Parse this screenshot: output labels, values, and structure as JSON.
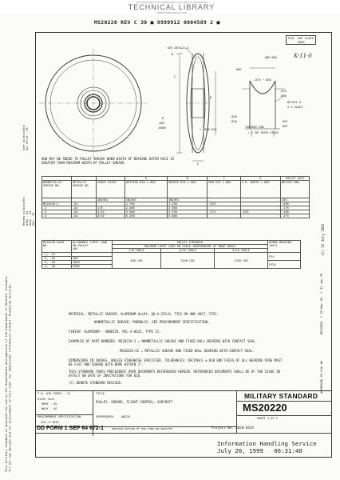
{
  "header": {
    "logo_top": "THE RESOURCE FOR STANDARDS, THE ABBOTT AEROSPACE",
    "logo_main": "TECHNICAL LIBRARY",
    "logo_url": "ABBOTTAEROSPACE.COM",
    "doc_id_line": "MS20220 REV C 30 ■ 9999912 0004589 2 ■"
  },
  "drawing": {
    "see_detail_a": "SEE DETAIL A",
    "dim_b": "B",
    "dim_c": "C",
    "dim_d": "D",
    "dim_e": "E",
    "concentricity": "⌖ .005 DIA",
    "dim_r": "R",
    "dim_185": ".185",
    "dim_0005": ".0005",
    "fed_sup_class_label": "FED. SUP CLASS",
    "fed_sup_class_value": "3020",
    "handwritten": "K-11-0",
    "detail_a": "DETAIL A",
    "detail_a_scale": "2 X SCALE",
    "add_max": "ADD MAX",
    "dim_875": ".875 −.020",
    "dim_076": ".076",
    "dim_060": ".060",
    "rad_label": "RAD",
    "dim_030": ".030",
    "dim_020": ".020",
    "tangent_rad": "TANGENT RAD",
    "x30": "↑ X 30° BOTH SIDES",
    "dim_097": ".097",
    "dim_087": ".087",
    "hub_note": "HUB MAY BE ADDED TO PULLEY SHEAVE WHEN WIDTH OF BEARING OUTER RACE IS GREATER THAN MAXIMUM WIDTH OF PULLEY SHEAVE."
  },
  "side_left": {
    "user_activities": "User Activities:\nAir Force - 99",
    "review_activities": "Review activities:\nArmy - AV\nNavy - OS\nDLA - IS"
  },
  "dim_table": {
    "col_letters": [
      "",
      "",
      "",
      "A",
      "B",
      "C",
      "D",
      "PULLEY ASSY"
    ],
    "headers": [
      "NONMETALLIC SHEAVE NO.",
      "METALLIC SHEAVE NO.",
      "CABLE SIZES",
      "OUTSIDE DIA ±.005",
      "GROOVE DIA ±.005",
      "HUB DIA ±.005",
      "I.R. WIDTH +.005",
      "WEIGHT MAX"
    ],
    "units": [
      "",
      "",
      "INCHES",
      "INCHES",
      "INCHES",
      "",
      "",
      "LBS"
    ],
    "rows": [
      [
        "MS20220-1",
        "-A1",
        "",
        "1.750",
        "1.250",
        ".625",
        "",
        ".050"
      ],
      [
        "-2",
        "-A2",
        "1/8",
        "2.000",
        "2.500",
        "",
        "",
        ".175"
      ],
      [
        "-3",
        "-A3",
        "5/32",
        "3.500",
        "3.750",
        ".474",
        ".625",
        ".260"
      ],
      [
        "-4",
        "-A4",
        "3/16",
        "5.250",
        "5.000",
        "",
        "",
        ".575"
      ]
    ]
  },
  "strength_table": {
    "title": "PULLEY STRENGTH",
    "sub_title": "MAXIMUM LIMIT LOAD ON CABLE INDEPENDENT OF WRAP ANGLE",
    "col_no": "MS20220 DASH NO.",
    "col_allow": "ALLOWABLE LIMIT LOAD ON PULLEY",
    "col_allow_unit": "LBS",
    "col_cables": [
      "1/8 CABLE",
      "5/32 CABLE",
      "3/16 CABLE"
    ],
    "col_bearing": "AFBMA BEARING (REF)",
    "rows": [
      {
        "no": "-1, -A1",
        "load": "",
        "b1": "630 LBS",
        "b2": "1040 LBS",
        "b3": "1250 LBS",
        "brg": "FS4"
      },
      {
        "no": "-2, -A2",
        "load": "300",
        "b1": "",
        "b2": "",
        "b3": "",
        "brg": ""
      },
      {
        "no": "-3, -A3",
        "load": "1050",
        "b1": "",
        "b2": "",
        "b3": "",
        "brg": "FS5X"
      },
      {
        "no": "-4, -A4",
        "load": "2500",
        "b1": "",
        "b2": "",
        "b3": "",
        "brg": ""
      }
    ]
  },
  "notes": {
    "material": "MATERIAL: METALLIC SHEAVE: ALUMINUM ALLOY, QQ-A-225/6, T351 OR AND 4027, T351.",
    "material2": "NONMETALLIC SHEAVE: PHENOLIC, SEE PROCUREMENT SPECIFICATION.",
    "finish": "FINISH: ALUMINUM - ANODIZE, MIL-A-8625, TYPE II.",
    "examples": "EXAMPLES OF PART NUMBERS: MS20220-2 = NONMETALLIC SHEAVE AND FIXED BALL BEARING WITH CONTACT SEAL.",
    "examples2": "MS20220-A2 = METALLIC SHEAVE AND FIXED BALL BEARING WITH CONTACT SEAL.",
    "dimensions": "DIMENSIONS IN INCHES. UNLESS OTHERWISE SPECIFIED, TOLERANCES: DECIMALS ±.010 END FACES OF ALL BEARING RING MUST BE FLAT AND SQUARE WITH BORE WITHIN 1°.",
    "precedence": "THIS STANDARD TAKES PRECEDENCE OVER DOCUMENTS REFERENCED HEREIN. REFERENCED DOCUMENTS SHALL BE OF THE ISSUE IN EFFECT ON DATE OF INVITATIONS FOR BID.",
    "changed": "(C) DENOTE STANDARD REVISED."
  },
  "title_block": {
    "pa_label": "P.A. AIR FORCE - 11",
    "other_cust": "Other Cust",
    "army": "ARMY - AV",
    "navy": "NAVY - AS",
    "title_label": "TITLE",
    "title": "PULLEY, GROOVE, FLIGHT CONTROL, AIRCRAFT",
    "military_standard": "MILITARY STANDARD",
    "ms_number": "MS20220",
    "procurement_label": "PROCUREMENT SPECIFICATION",
    "procurement_value": "MIL-P-7034",
    "superseded_label": "SUPERSEDED:",
    "superseded_value": "AN220",
    "sheet": "SHEET 1 OF 1",
    "dd_form": "DD FORM 1 SEP 64 672-1",
    "previous_edition": "PREVIOUS EDITION OF THIS FORM ARE OBSOLETE.",
    "project_no": "Project No. 3020-0424"
  },
  "right_margin": {
    "approved": "APPROVED 23 Feb 60",
    "revised": "REVISED △ 29 Mar 65 △ 31 Jan 76",
    "copyright": "(C) 31 July 1982"
  },
  "left_margin": {
    "notice": "This military standard is approved for use by all Departments and Agencies of the Department of Defense. Suitable for all new designs and for procurement of this item. For additional information contact: Preparing activity."
  },
  "footer": {
    "ihs_line1": "Information Handling Service",
    "ihs_line2": "July 20, 1999   06:31:40"
  }
}
